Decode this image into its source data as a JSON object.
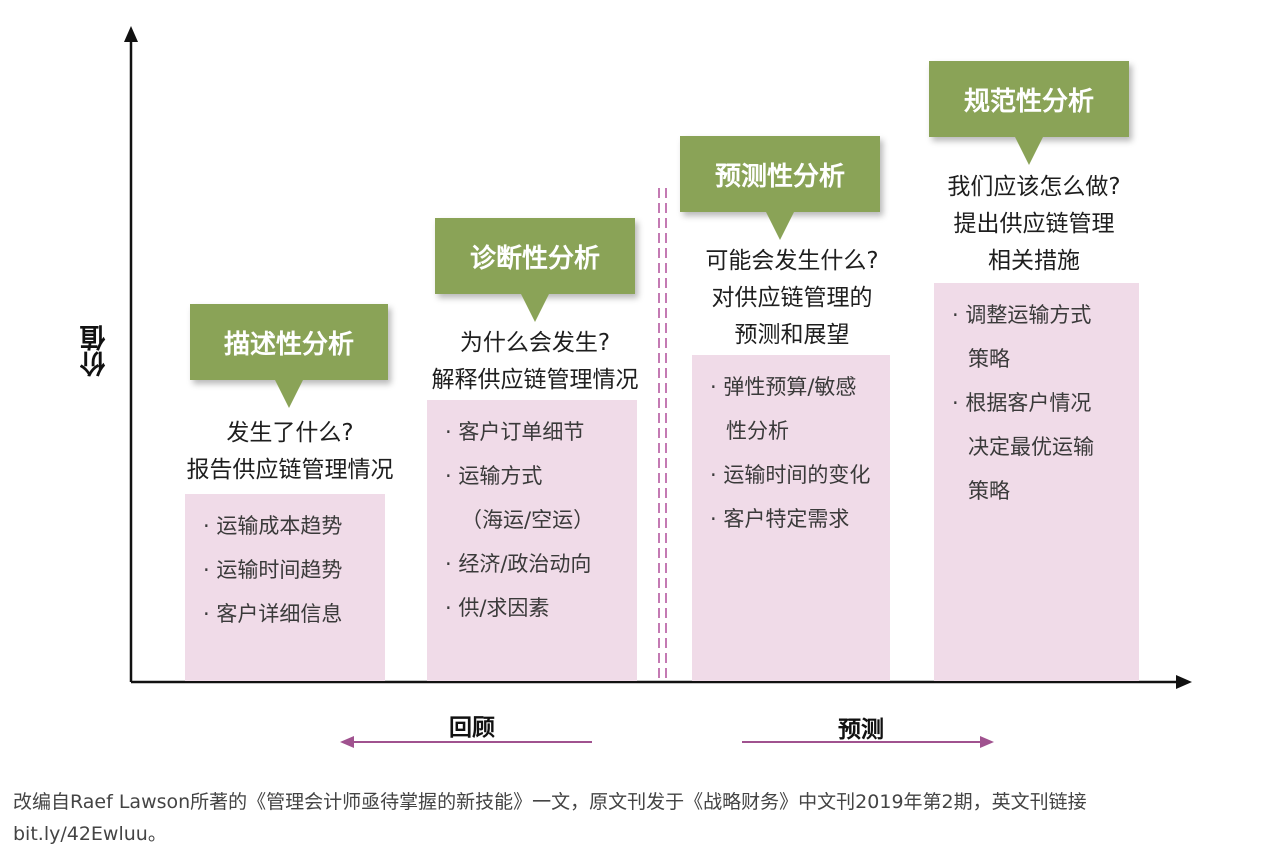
{
  "axis": {
    "y_title": "价值"
  },
  "phases": {
    "left": {
      "label": "回顾"
    },
    "right": {
      "label": "预测"
    }
  },
  "stages": [
    {
      "name": "描述性分析",
      "question_lines": [
        "发生了什么?",
        "报告供应链管理情况"
      ],
      "items": [
        {
          "text": "· 运输成本趋势",
          "cont": false
        },
        {
          "text": "· 运输时间趋势",
          "cont": false
        },
        {
          "text": "· 客户详细信息",
          "cont": false
        }
      ]
    },
    {
      "name": "诊断性分析",
      "question_lines": [
        "为什么会发生?",
        "解释供应链管理情况"
      ],
      "items": [
        {
          "text": "· 客户订单细节",
          "cont": false
        },
        {
          "text": "· 运输方式",
          "cont": false
        },
        {
          "text": "（海运/空运）",
          "cont": true
        },
        {
          "text": "· 经济/政治动向",
          "cont": false
        },
        {
          "text": "· 供/求因素",
          "cont": false
        }
      ]
    },
    {
      "name": "预测性分析",
      "question_lines": [
        "可能会发生什么?",
        "对供应链管理的",
        "预测和展望"
      ],
      "items": [
        {
          "text": "· 弹性预算/敏感",
          "cont": false
        },
        {
          "text": "性分析",
          "cont": true
        },
        {
          "text": "· 运输时间的变化",
          "cont": false
        },
        {
          "text": "· 客户特定需求",
          "cont": false
        }
      ]
    },
    {
      "name": "规范性分析",
      "question_lines": [
        "我们应该怎么做?",
        "提出供应链管理",
        "相关措施"
      ],
      "items": [
        {
          "text": "· 调整运输方式",
          "cont": false
        },
        {
          "text": "策略",
          "cont": true
        },
        {
          "text": "· 根据客户情况",
          "cont": false
        },
        {
          "text": "决定最优运输",
          "cont": true
        },
        {
          "text": "策略",
          "cont": true
        }
      ]
    }
  ],
  "caption": {
    "line1": "改编自Raef Lawson所著的《管理会计师亟待掌握的新技能》一文，原文刊发于《战略财务》中文刊2019年第2期，英文刊链接",
    "line2": "bit.ly/42Ewluu。"
  },
  "colors": {
    "bubble": "#8aa357",
    "box": "#f0dbe8",
    "phase_arrow": "#a0528f",
    "divider": "#c47ab3",
    "axis": "#111111"
  }
}
